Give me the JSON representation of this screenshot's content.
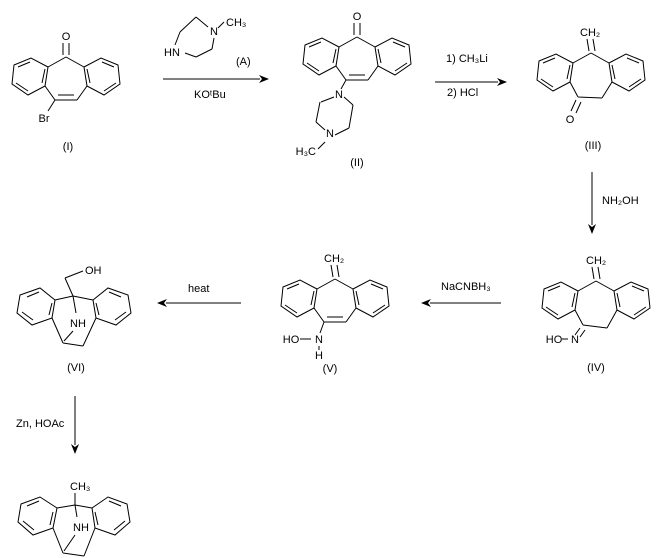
{
  "page": {
    "background": "#ffffff",
    "line_color": "#000000"
  },
  "compounds": {
    "c1": {
      "label": "(I)",
      "atoms": {
        "o": "O",
        "br": "Br"
      }
    },
    "c2": {
      "label": "(II)",
      "atoms": {
        "o": "O",
        "n_top": "N",
        "n_bottom": "N",
        "methyl": "H₃C"
      }
    },
    "c3": {
      "label": "(III)",
      "atoms": {
        "methylene": "CH₂",
        "o": "O"
      }
    },
    "c4": {
      "label": "(IV)",
      "atoms": {
        "methylene": "CH₂",
        "hydroxyl": "HO",
        "n": "N"
      }
    },
    "c5": {
      "label": "(V)",
      "atoms": {
        "methylene": "CH₂",
        "hydroxyl": "HO",
        "n": "N",
        "h": "H"
      }
    },
    "c6": {
      "label": "(VI)",
      "atoms": {
        "hydroxyl": "OH",
        "nh": "NH"
      }
    },
    "c7": {
      "atoms": {
        "methyl": "CH₃",
        "nh": "NH"
      }
    }
  },
  "reagent_a": {
    "label": "(A)",
    "atoms": {
      "hn": "HN",
      "n": "N",
      "methyl": "CH₃"
    }
  },
  "steps": {
    "step1": {
      "below": "KOᵗBu"
    },
    "step2": {
      "above": "1) CH₃Li",
      "below": "2) HCl"
    },
    "step3": {
      "label": "NH₂OH"
    },
    "step4": {
      "label": "NaCNBH₃"
    },
    "step5": {
      "label": "heat"
    },
    "step6": {
      "label": "Zn, HOAc"
    }
  }
}
